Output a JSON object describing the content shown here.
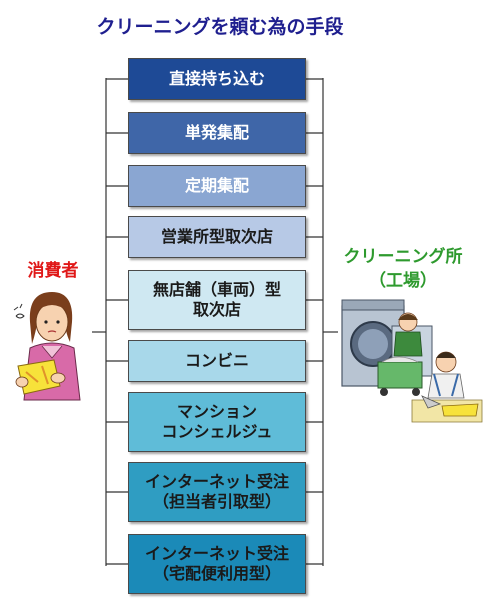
{
  "title": "クリーニングを頼む為の手段",
  "consumer_label": "消費者",
  "factory_label": "クリーニング所\n（工場）",
  "methods": [
    "直接持ち込む",
    "単発集配",
    "定期集配",
    "営業所型取次店",
    "無店舗（車両）型\n取次店",
    "コンビニ",
    "マンション\nコンシェルジュ",
    "インターネット受注\n（担当者引取型）",
    "インターネット受注\n（宅配便利用型）"
  ],
  "colors": {
    "title": "#1f1f8f",
    "consumer": "#e01818",
    "factory": "#2e9a2e",
    "method_fills": [
      "#1e4a96",
      "#3f66a8",
      "#8aa6d2",
      "#b7c9e6",
      "#cfe8f2",
      "#a8d8ea",
      "#5fbcd8",
      "#2f9dc2",
      "#1b8ab8"
    ],
    "method_text": [
      "#ffffff",
      "#ffffff",
      "#ffffff",
      "#1a1a1a",
      "#1a1a1a",
      "#1a1a1a",
      "#1a1a1a",
      "#1a1a1a",
      "#1a1a1a"
    ]
  }
}
